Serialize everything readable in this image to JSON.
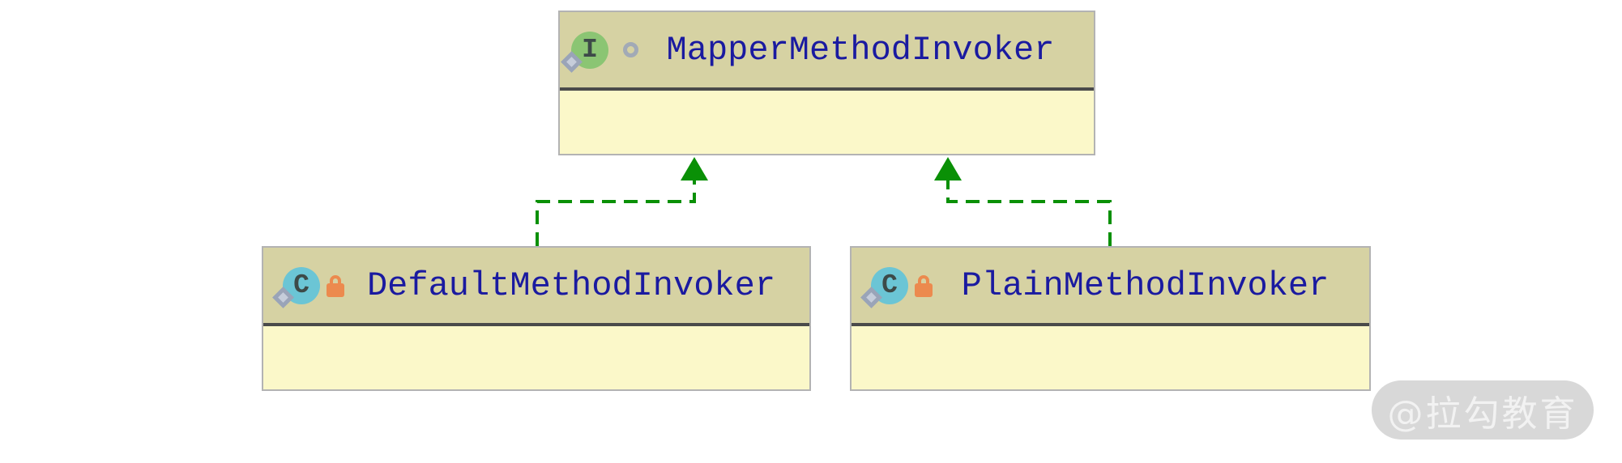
{
  "diagram": {
    "nodes": [
      {
        "name": "MapperMethodInvoker",
        "kind": "interface",
        "badge_letter": "I",
        "has_modifier_ring": true
      },
      {
        "name": "DefaultMethodInvoker",
        "kind": "class",
        "badge_letter": "C",
        "locked": true
      },
      {
        "name": "PlainMethodInvoker",
        "kind": "class",
        "badge_letter": "C",
        "locked": true
      }
    ],
    "edges": [
      {
        "from": "DefaultMethodInvoker",
        "to": "MapperMethodInvoker",
        "type": "implements"
      },
      {
        "from": "PlainMethodInvoker",
        "to": "MapperMethodInvoker",
        "type": "implements"
      }
    ],
    "colors": {
      "header_bg": "#d6d2a3",
      "body_bg": "#fbf8c9",
      "border": "#b3b3b3",
      "divider": "#4a4a4a",
      "title_text": "#1a1aa0",
      "edge": "#0a9006",
      "interface_badge": "#8bc573",
      "class_badge": "#6bc5d5",
      "lock": "#ec8a4e",
      "diamond": "#9aa4b8"
    }
  },
  "watermark": {
    "text": "@拉勾教育"
  }
}
